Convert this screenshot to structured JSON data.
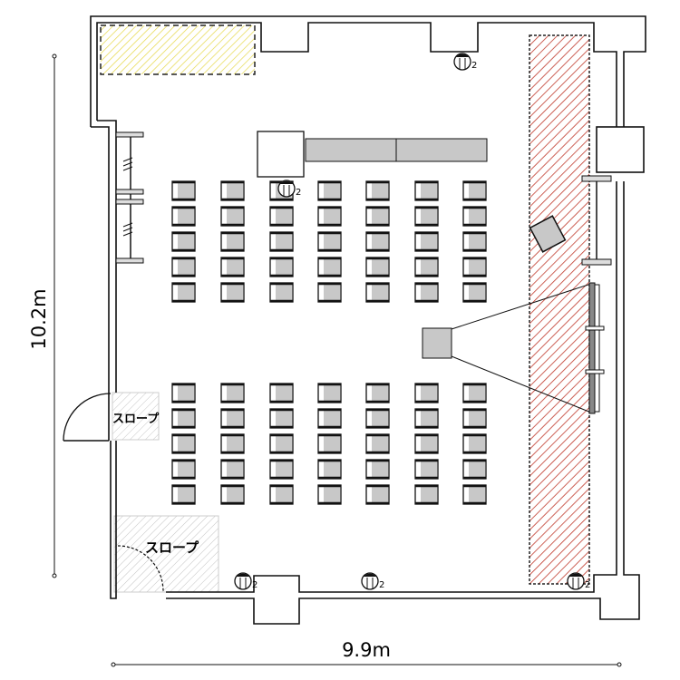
{
  "dimensions": {
    "height_label": "10.2m",
    "width_label": "9.9m"
  },
  "ramps": [
    {
      "label": "スロープ"
    },
    {
      "label": "スロープ"
    }
  ],
  "outlets": [
    {
      "label": "2"
    },
    {
      "label": "2"
    },
    {
      "label": "2"
    },
    {
      "label": "2"
    },
    {
      "label": "2"
    }
  ],
  "seating": {
    "columns": 7,
    "rows_per_block": 5,
    "blocks": 2
  },
  "colors": {
    "stage_hatch": "#c0392b",
    "storage_hatch": "#e6d84a",
    "chair_fill": "#c8c8c8",
    "ramp_hatch": "#bbbbbb"
  }
}
